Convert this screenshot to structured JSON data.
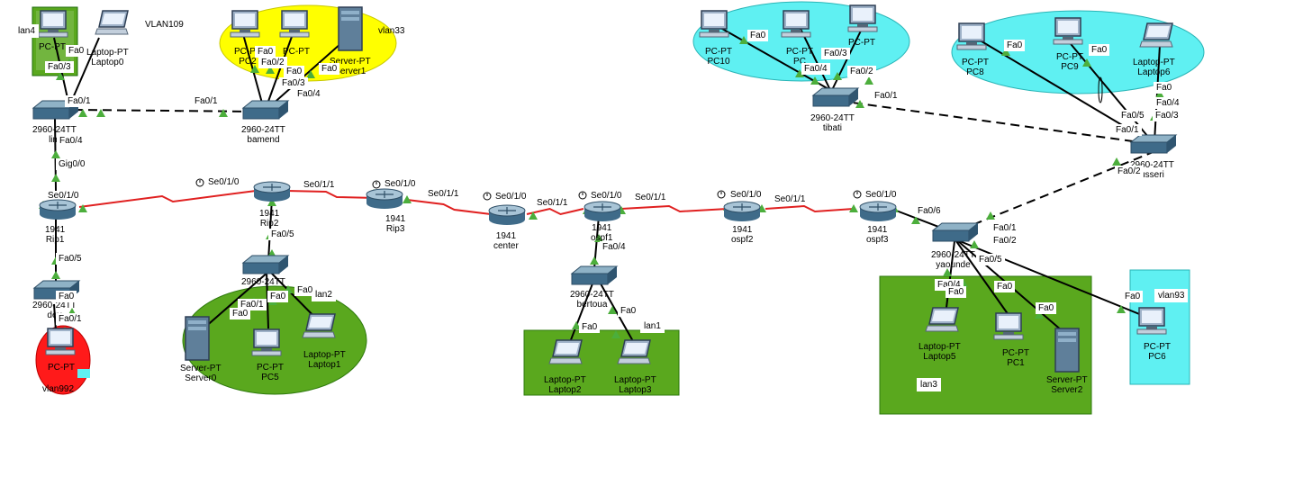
{
  "devices": {
    "pc": "PC-PT",
    "laptop": "Laptop-PT",
    "server": "Server-PT",
    "router": "1941",
    "switch": "2960-24TT"
  },
  "areas": {
    "lan4": "lan4",
    "vlan109": "VLAN109",
    "vlan33": "vlan33",
    "lan2": "lan2",
    "vlan992": "vlan992",
    "lan1": "lan1",
    "lan3": "lan3",
    "vlan93": "vlan93"
  },
  "nodes": {
    "pc_lan4": "PC-PT",
    "laptop0": "Laptop-PT\nLaptop0",
    "pc2": "PC-PT\nPC2",
    "pc3": "PC-PT",
    "server1": "Server-PT\nServer1",
    "pc10": "PC-PT\nPC10",
    "pc11": "PC-PT\nPC",
    "pc12": "PC-PT",
    "pc8": "PC-PT\nPC8",
    "pc9": "PC-PT\nPC9",
    "laptop6": "Laptop-PT\nLaptop6",
    "sw_lim": "2960-24TT\nlim",
    "sw_bamend": "2960-24TT\nbamend",
    "sw_tibati": "2960-24TT\ntibati",
    "sw_usseri": "2960-24TT\nusseri",
    "r_rip1": "1941\nRip1",
    "r_rip2": "1941\nRip2",
    "r_rip3": "1941\nRip3",
    "r_center": "1941\ncenter",
    "r_ospf1": "1941\nospf1",
    "r_ospf2": "1941\nospf2",
    "r_ospf3": "1941\nospf3",
    "sw_yaounde": "2960-24TT\nyaounde",
    "sw_rip2": "2960-24TT",
    "sw_dev": "2960-24TT\ndev",
    "sw_bertoua": "2960-24TT\nbertoua",
    "server0": "Server-PT\nServer0",
    "pc5": "PC-PT\nPC5",
    "laptop1": "Laptop-PT\nLaptop1",
    "pc_vlan992": "PC-PT",
    "laptop2": "Laptop-PT\nLaptop2",
    "laptop3": "Laptop-PT\nLaptop3",
    "laptop5": "Laptop-PT\nLaptop5",
    "pc1": "PC-PT\nPC1",
    "server2": "Server-PT\nServer2",
    "pc6": "PC-PT\nPC6"
  },
  "ports": {
    "fa0": "Fa0",
    "fa0_1": "Fa0/1",
    "fa0_2": "Fa0/2",
    "fa0_3": "Fa0/3",
    "fa0_4": "Fa0/4",
    "fa0_5": "Fa0/5",
    "fa0_6": "Fa0/6",
    "gig0_0": "Gig0/0",
    "se0_1_0": "Se0/1/0",
    "se0_1_1": "Se0/1/1"
  },
  "colors": {
    "green_area": "#5aa81e",
    "yellow_area": "#ffff00",
    "cyan_area": "#5ff0f2",
    "red_area": "#ff1a1a",
    "serial_link": "#e02020",
    "ethernet_link": "#000000",
    "port_up": "#4cae3c"
  }
}
